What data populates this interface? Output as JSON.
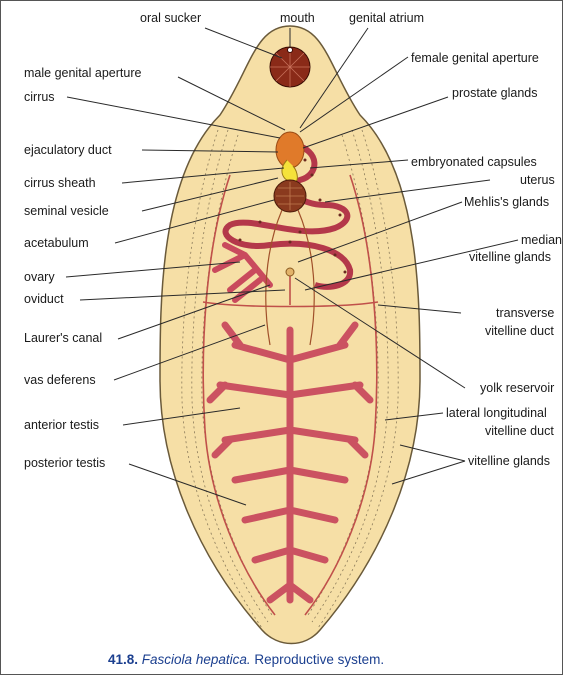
{
  "labels": {
    "oral_sucker": "oral sucker",
    "mouth": "mouth",
    "genital_atrium": "genital atrium",
    "male_genital_aperture": "male genital aperture",
    "female_genital_aperture": "female genital aperture",
    "cirrus": "cirrus",
    "prostate_glands": "prostate glands",
    "ejaculatory_duct": "ejaculatory duct",
    "embryonated_capsules": "embryonated capsules",
    "cirrus_sheath": "cirrus sheath",
    "uterus": "uterus",
    "seminal_vesicle": "seminal vesicle",
    "mehlis_glands": "Mehlis's glands",
    "acetabulum": "acetabulum",
    "median_vitelline_glands_1": "median",
    "median_vitelline_glands_2": "vitelline glands",
    "ovary": "ovary",
    "oviduct": "oviduct",
    "transverse_vitelline_duct_1": "transverse",
    "transverse_vitelline_duct_2": "vitelline duct",
    "laurers_canal": "Laurer's canal",
    "vas_deferens": "vas deferens",
    "yolk_reservoir": "yolk reservoir",
    "anterior_testis": "anterior testis",
    "lateral_longitudinal_vitelline_duct_1": "lateral longitudinal",
    "lateral_longitudinal_vitelline_duct_2": "vitelline duct",
    "posterior_testis": "posterior testis",
    "vitelline_glands": "vitelline glands"
  },
  "caption": {
    "number": "41.8.",
    "species": "Fasciola hepatica.",
    "text": "Reproductive system."
  },
  "colors": {
    "body_fill": "#f6dfa6",
    "testis_pink": "#d8546a",
    "sucker_brown": "#8a2a18",
    "prostate_orange": "#e07a2a",
    "caption_blue": "#1b3f8f"
  }
}
